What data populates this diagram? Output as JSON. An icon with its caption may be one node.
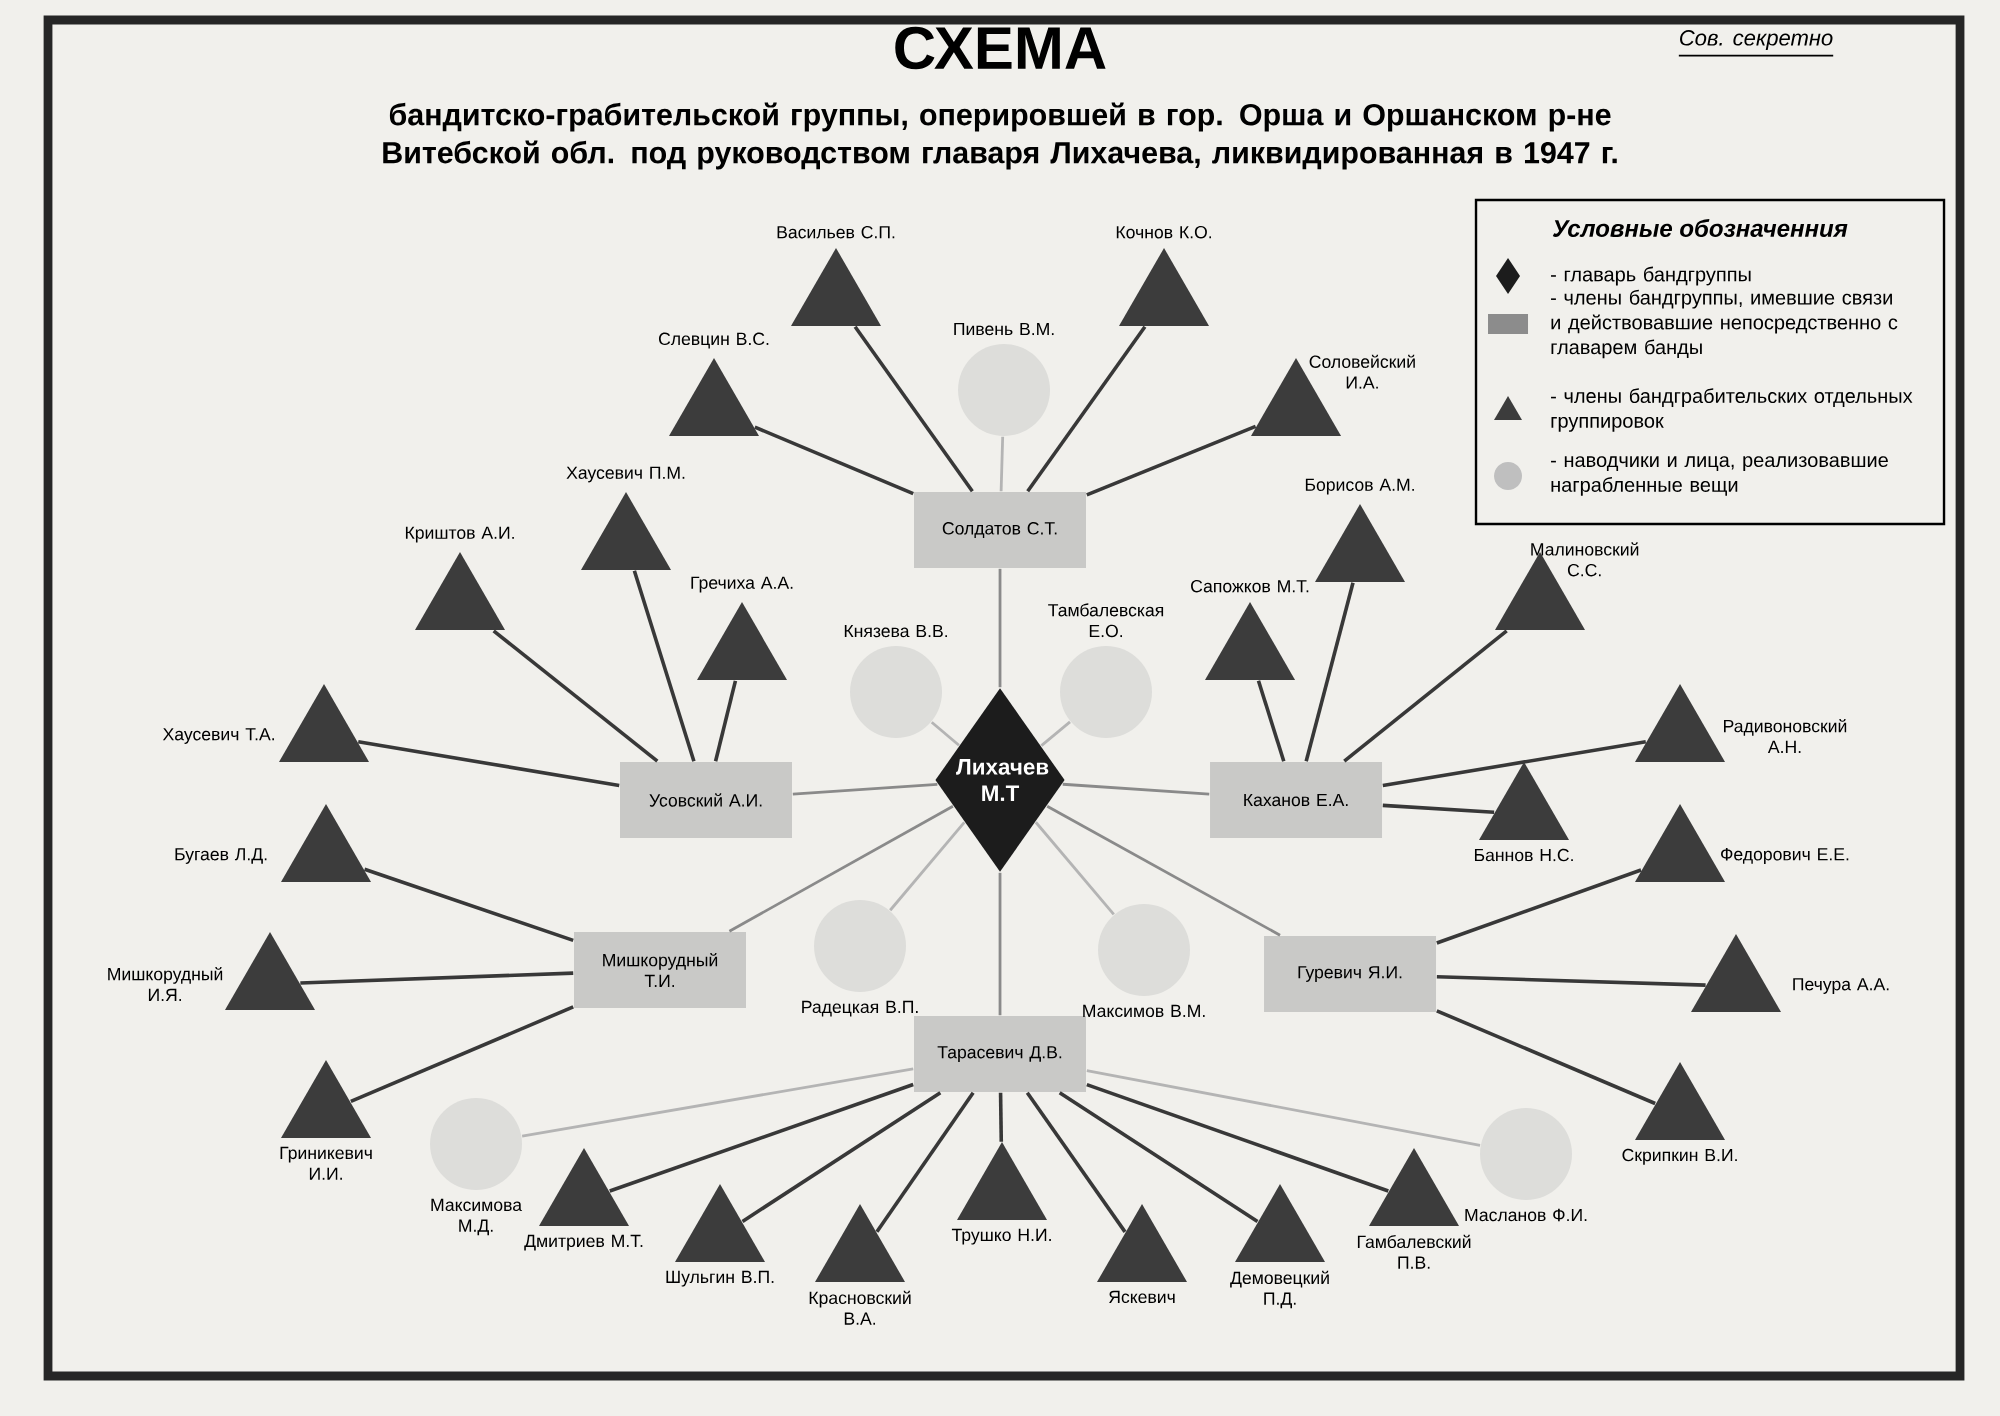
{
  "diagram": {
    "title": "СХЕМА",
    "nodes": [
      {
        "text": [
          "Лихачев М.Т"
        ]
      },
      {
        "text": [
          "Солдатов С.Т."
        ]
      },
      {
        "text": [
          "Усовский А.И."
        ]
      },
      {
        "text": [
          "Каханов Е.А."
        ]
      },
      {
        "text": [
          "Мишкорудный Т.И."
        ]
      },
      {
        "text": [
          "Гуревич Я.И."
        ]
      },
      {
        "text": [
          "Тарасевич Д.В."
        ]
      },
      {
        "text": [
          "Васильев С.П."
        ]
      },
      {
        "text": [
          "Кочнов К.О."
        ]
      },
      {
        "text": [
          "Слевцин В.С."
        ]
      },
      {
        "text": [
          "Соловейский И.А."
        ]
      },
      {
        "text": [
          "Пивень В.М."
        ]
      },
      {
        "text": [
          "Хаусевич П.М."
        ]
      },
      {
        "text": [
          "Криштов А.И."
        ]
      },
      {
        "text": [
          "Гречиха А.А."
        ]
      },
      {
        "text": [
          "Хаусевич Т.А."
        ]
      },
      {
        "text": [
          "Князева В.В."
        ]
      },
      {
        "text": [
          "Тамбалевская Е.О."
        ]
      },
      {
        "text": [
          "Борисов А.М."
        ]
      },
      {
        "text": [
          "Сапожков М.Т."
        ]
      },
      {
        "text": [
          "Малиновский С.С."
        ]
      },
      {
        "text": [
          "Радивоновский А.Н."
        ]
      },
      {
        "text": [
          "Баннов Н.С."
        ]
      },
      {
        "text": [
          "Бугаев Л.Д."
        ]
      },
      {
        "text": [
          "Мишкорудный И.Я."
        ]
      },
      {
        "text": [
          "Гриникевич И.И."
        ]
      },
      {
        "text": [
          "Радецкая В.П."
        ]
      },
      {
        "text": [
          "Максимов В.М."
        ]
      },
      {
        "text": [
          "Федорович Е.Е."
        ]
      },
      {
        "text": [
          "Печура А.А."
        ]
      },
      {
        "text": [
          "Скрипкин В.И."
        ]
      },
      {
        "text": [
          "Максимова М.Д."
        ]
      },
      {
        "text": [
          "Масланов Ф.И."
        ]
      },
      {
        "text": [
          "Дмитриев М.Т."
        ]
      },
      {
        "text": [
          "Шульгин В.П."
        ]
      },
      {
        "text": [
          "Красновский В.А."
        ]
      },
      {
        "text": [
          "Трушко Н.И."
        ]
      },
      {
        "text": [
          "Яскевич"
        ]
      },
      {
        "text": [
          "Демовецкий П.Д."
        ]
      },
      {
        "text": [
          "Гамбалевский П.В."
        ]
      }
    ],
    "edges": [
      {
        "from": 0,
        "to": 1,
        "arrow": "none",
        "color": "#8a8a8a"
      },
      {
        "from": 0,
        "to": 2,
        "arrow": "none",
        "color": "#8a8a8a"
      },
      {
        "from": 0,
        "to": 3,
        "arrow": "none",
        "color": "#8a8a8a"
      },
      {
        "from": 0,
        "to": 4,
        "arrow": "none",
        "color": "#8a8a8a"
      },
      {
        "from": 0,
        "to": 5,
        "arrow": "none",
        "color": "#8a8a8a"
      },
      {
        "from": 0,
        "to": 6,
        "arrow": "none",
        "color": "#8a8a8a"
      },
      {
        "from": 0,
        "to": 16,
        "arrow": "none",
        "color": "#b4b4b4"
      },
      {
        "from": 0,
        "to": 17,
        "arrow": "none",
        "color": "#b4b4b4"
      },
      {
        "from": 0,
        "to": 26,
        "arrow": "none",
        "color": "#b4b4b4"
      },
      {
        "from": 0,
        "to": 27,
        "arrow": "none",
        "color": "#b4b4b4"
      },
      {
        "from": 1,
        "to": 7,
        "arrow": "none"
      },
      {
        "from": 1,
        "to": 8,
        "arrow": "none"
      },
      {
        "from": 1,
        "to": 9,
        "arrow": "none"
      },
      {
        "from": 1,
        "to": 10,
        "arrow": "none"
      },
      {
        "from": 1,
        "to": 11,
        "arrow": "none",
        "color": "#b4b4b4"
      },
      {
        "from": 2,
        "to": 12,
        "arrow": "none"
      },
      {
        "from": 2,
        "to": 13,
        "arrow": "none"
      },
      {
        "from": 2,
        "to": 14,
        "arrow": "none"
      },
      {
        "from": 2,
        "to": 15,
        "arrow": "none"
      },
      {
        "from": 3,
        "to": 18,
        "arrow": "none"
      },
      {
        "from": 3,
        "to": 19,
        "arrow": "none"
      },
      {
        "from": 3,
        "to": 20,
        "arrow": "none"
      },
      {
        "from": 3,
        "to": 21,
        "arrow": "none"
      },
      {
        "from": 3,
        "to": 22,
        "arrow": "none"
      },
      {
        "from": 4,
        "to": 23,
        "arrow": "none"
      },
      {
        "from": 4,
        "to": 24,
        "arrow": "none"
      },
      {
        "from": 4,
        "to": 25,
        "arrow": "none"
      },
      {
        "from": 5,
        "to": 28,
        "arrow": "none"
      },
      {
        "from": 5,
        "to": 29,
        "arrow": "none"
      },
      {
        "from": 5,
        "to": 30,
        "arrow": "none"
      },
      {
        "from": 6,
        "to": 31,
        "arrow": "none",
        "color": "#b4b4b4"
      },
      {
        "from": 6,
        "to": 32,
        "arrow": "none",
        "color": "#b4b4b4"
      },
      {
        "from": 6,
        "to": 33,
        "arrow": "none"
      },
      {
        "from": 6,
        "to": 34,
        "arrow": "none"
      },
      {
        "from": 6,
        "to": 35,
        "arrow": "none"
      },
      {
        "from": 6,
        "to": 36,
        "arrow": "none"
      },
      {
        "from": 6,
        "to": 37,
        "arrow": "none"
      },
      {
        "from": 6,
        "to": 38,
        "arrow": "none"
      },
      {
        "from": 6,
        "to": 39,
        "arrow": "none"
      }
    ],
    "labels": [
      "бандитско-грабительской группы, оперировшей в гор. Орша и Оршанском р-не Витебской обл. под руководством главаря Лихачева, ликвидированная в 1947 г.",
      "Сов. секретно",
      "Условные обозначенния"
    ],
    "legend": [
      {
        "text": "- главарь бандгруппы"
      },
      {
        "text": "- члены бандгруппы, имевшие связи и действовавшие непосредственно с главарем банды"
      },
      {
        "text": "- члены бандграбительских отдельных группировок"
      },
      {
        "text": "- наводчики и лица, реализовавшие награбленные вещи"
      }
    ]
  }
}
